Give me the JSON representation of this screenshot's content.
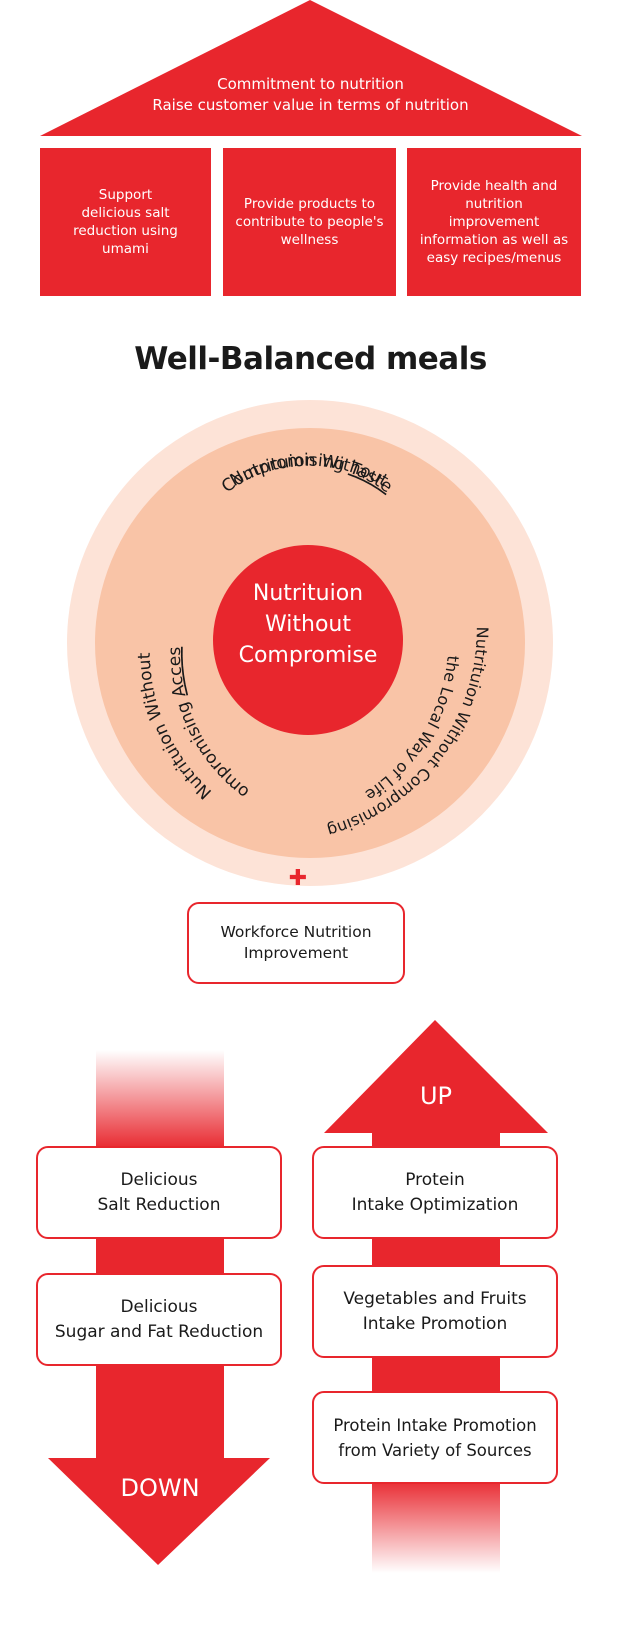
{
  "roof": {
    "line1": "Commitment to nutrition",
    "line2": "Raise customer value in terms of nutrition"
  },
  "pillars": [
    {
      "text": "Support\ndelicious salt\nreduction using\numami"
    },
    {
      "text": "Provide products to\ncontribute to people's\nwellness"
    },
    {
      "text": "Provide health and\nnutrition\nimprovement\ninformation as well as\neasy recipes/menus"
    }
  ],
  "section_title": "Well-Balanced meals",
  "circle": {
    "center_text": "Nutrituion\nWithout\nCompromise",
    "top_arc_line1": "Nutrituion Without",
    "top_arc_line2_prefix": "Compromising ",
    "top_arc_line2_emph": "Taste",
    "left_arc_line1": "Nutrituion Without",
    "left_arc_line2_prefix": "Compromising ",
    "left_arc_line2_emph": "Access",
    "right_arc_line1": "Nutrituion Without Compromising",
    "right_arc_line2": "the Local Way of Life",
    "colors": {
      "outer": "#fde3d7",
      "middle": "#f9c4a7",
      "core": "#e8262d"
    }
  },
  "plus_symbol": "✚",
  "workforce_box": "Workforce Nutrition\nImprovement",
  "down_column": {
    "label": "DOWN",
    "items": [
      {
        "text": "Delicious\nSalt Reduction"
      },
      {
        "text": "Delicious\nSugar and Fat Reduction"
      }
    ]
  },
  "up_column": {
    "label": "UP",
    "items": [
      {
        "text": "Protein\nIntake Optimization"
      },
      {
        "text": "Vegetables and Fruits\nIntake Promotion"
      },
      {
        "text": "Protein Intake Promotion\nfrom Variety of Sources"
      }
    ]
  },
  "accent_color": "#e8262d"
}
